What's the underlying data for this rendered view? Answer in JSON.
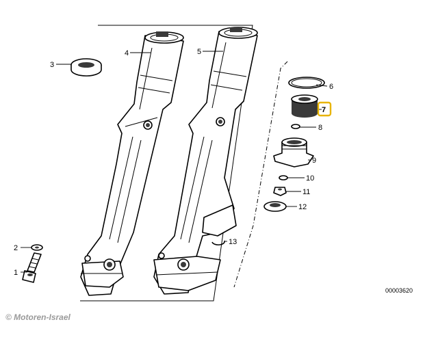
{
  "diagram": {
    "labels": [
      "1",
      "2",
      "3",
      "4",
      "5",
      "6",
      "7",
      "8",
      "9",
      "10",
      "11",
      "12",
      "13"
    ],
    "highlighted_label": "7",
    "highlight_color": "#e8b400",
    "reference_number": "00003620",
    "copyright": "© Motoren-Israel"
  }
}
